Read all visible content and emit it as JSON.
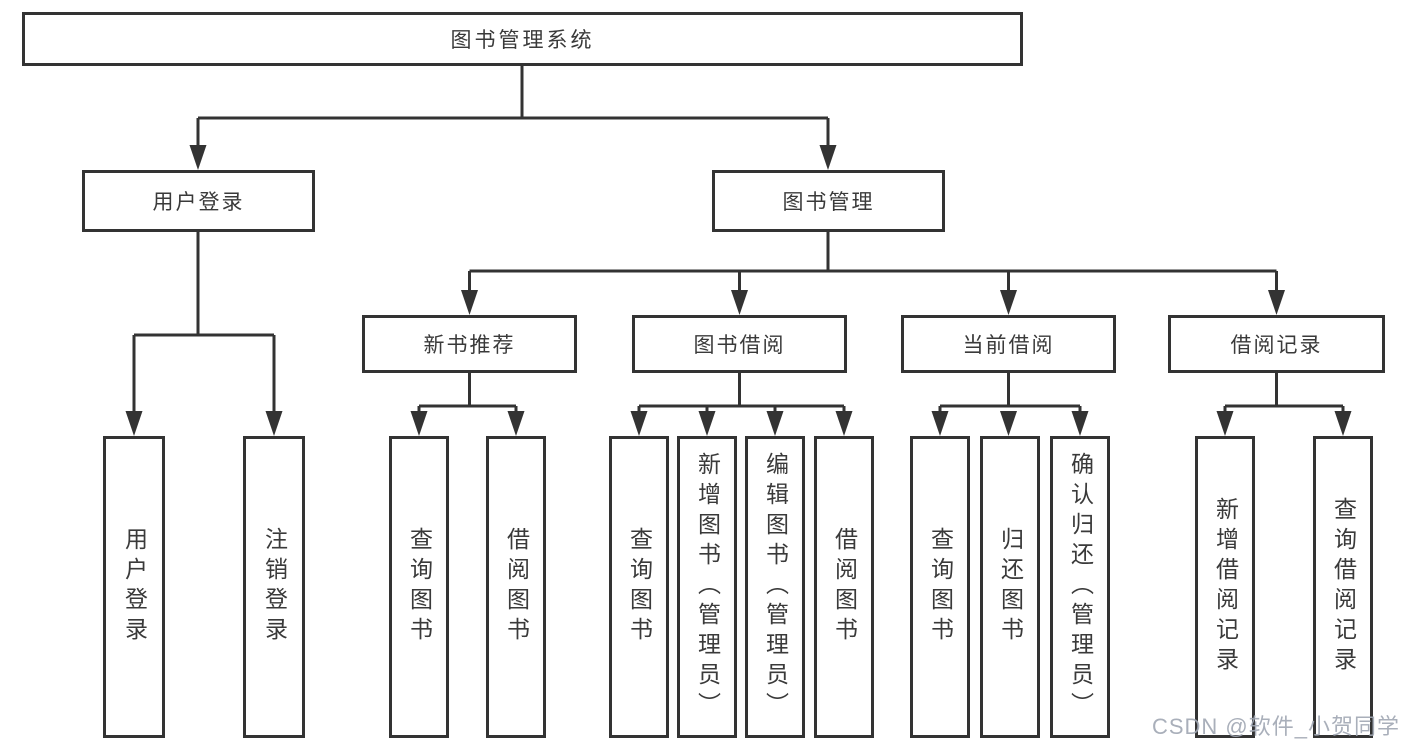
{
  "page": {
    "background": "#ffffff"
  },
  "styles": {
    "line_color": "#333333",
    "box_border_color": "#333333",
    "text_color": "#3a3a3a",
    "watermark_color": "#a0a6b2"
  },
  "tree": {
    "root": {
      "label": "图书管理系统"
    },
    "branches": [
      {
        "label": "用户登录",
        "children": [
          {
            "label": "用户登录"
          },
          {
            "label": "注销登录"
          }
        ]
      },
      {
        "label": "图书管理",
        "children": [
          {
            "label": "新书推荐",
            "children": [
              {
                "label": "查询图书"
              },
              {
                "label": "借阅图书"
              }
            ]
          },
          {
            "label": "图书借阅",
            "children": [
              {
                "label": "查询图书"
              },
              {
                "label": "新增图书（管理员）"
              },
              {
                "label": "编辑图书（管理员）"
              },
              {
                "label": "借阅图书"
              }
            ]
          },
          {
            "label": "当前借阅",
            "children": [
              {
                "label": "查询图书"
              },
              {
                "label": "归还图书"
              },
              {
                "label": "确认归还（管理员）"
              }
            ]
          },
          {
            "label": "借阅记录",
            "children": [
              {
                "label": "新增借阅记录"
              },
              {
                "label": "查询借阅记录"
              }
            ]
          }
        ]
      }
    ]
  },
  "watermark": {
    "text": "CSDN @软件_小贺同学"
  }
}
